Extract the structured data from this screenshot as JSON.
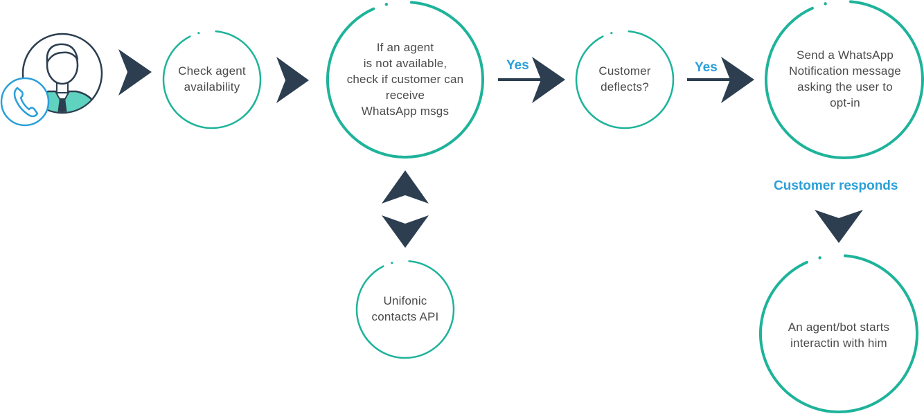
{
  "colors": {
    "ring": "#1eb39a",
    "arrow": "#2c3e50",
    "label": "#2a9fd8",
    "text": "#4a4a4a",
    "avatar_outline": "#2c3e50",
    "avatar_shirt": "#5fd3bf",
    "phone_badge": "#2a9fd8"
  },
  "icons": {
    "user": "user-avatar-icon",
    "phone": "phone-icon"
  },
  "nodes": {
    "check_agent": "Check agent\navailability",
    "agent_not_available": "If an agent\nis not available,\ncheck if customer can\nreceive\nWhatsApp msgs",
    "customer_deflects": "Customer\ndeflects?",
    "send_notification": "Send a WhatsApp\nNotification message\nasking the user to\nopt-in",
    "unifonic_api": "Unifonic\ncontacts API",
    "agent_starts": "An agent/bot starts\ninteractin with him"
  },
  "edge_labels": {
    "yes_1": "Yes",
    "yes_2": "Yes",
    "customer_responds": "Customer responds"
  }
}
